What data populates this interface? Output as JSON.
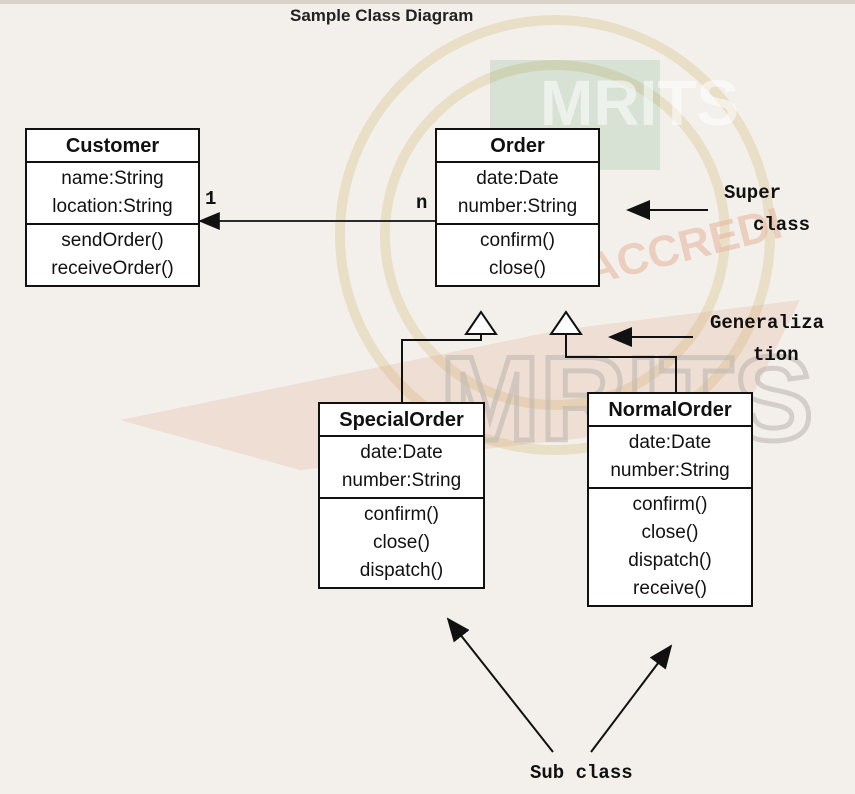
{
  "title": "Sample Class Diagram",
  "watermark": {
    "text1": "MRITS",
    "text2": "ACCREDI",
    "text3": "MRITS"
  },
  "classes": {
    "customer": {
      "name": "Customer",
      "attributes": [
        "name:String",
        "location:String"
      ],
      "methods": [
        "sendOrder()",
        "receiveOrder()"
      ]
    },
    "order": {
      "name": "Order",
      "attributes": [
        "date:Date",
        "number:String"
      ],
      "methods": [
        "confirm()",
        "close()"
      ]
    },
    "special_order": {
      "name": "SpecialOrder",
      "attributes": [
        "date:Date",
        "number:String"
      ],
      "methods": [
        "confirm()",
        "close()",
        "dispatch()"
      ]
    },
    "normal_order": {
      "name": "NormalOrder",
      "attributes": [
        "date:Date",
        "number:String"
      ],
      "methods": [
        "confirm()",
        "close()",
        "dispatch()",
        "receive()"
      ]
    }
  },
  "multiplicity": {
    "customer_end": "1",
    "order_end": "n"
  },
  "annotations": {
    "super_class": [
      "Super",
      "class"
    ],
    "generalization": [
      "Generaliza",
      "tion"
    ],
    "sub_class": "Sub class"
  }
}
